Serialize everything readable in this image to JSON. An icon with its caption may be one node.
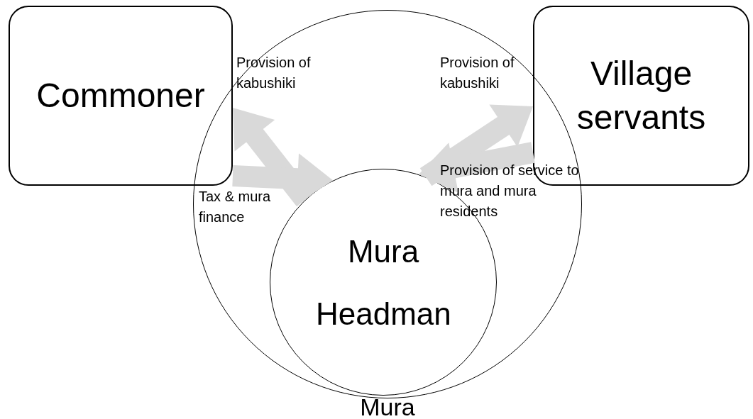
{
  "diagram": {
    "nodes": [
      {
        "text": [
          "Commoner"
        ]
      },
      {
        "text": [
          "Village servants"
        ]
      },
      {
        "text": [
          "Mura"
        ]
      },
      {
        "text": [
          "Mura Headman"
        ],
        "in": 2
      }
    ],
    "edges": [
      {
        "from": 3,
        "to": 0,
        "arrow": "to",
        "label": "Provision of kabushiki",
        "style": "thick",
        "color": "#d9d9d9"
      },
      {
        "from": 0,
        "to": 3,
        "arrow": "to",
        "label": "Tax & mura finance",
        "style": "thick",
        "color": "#d9d9d9"
      },
      {
        "from": 3,
        "to": 1,
        "arrow": "to",
        "label": "Provision of kabushiki",
        "style": "thick",
        "color": "#d9d9d9"
      },
      {
        "from": 1,
        "to": 3,
        "arrow": "to",
        "label": "Provision of service to mura and mura residents",
        "style": "thick",
        "color": "#d9d9d9"
      }
    ]
  }
}
